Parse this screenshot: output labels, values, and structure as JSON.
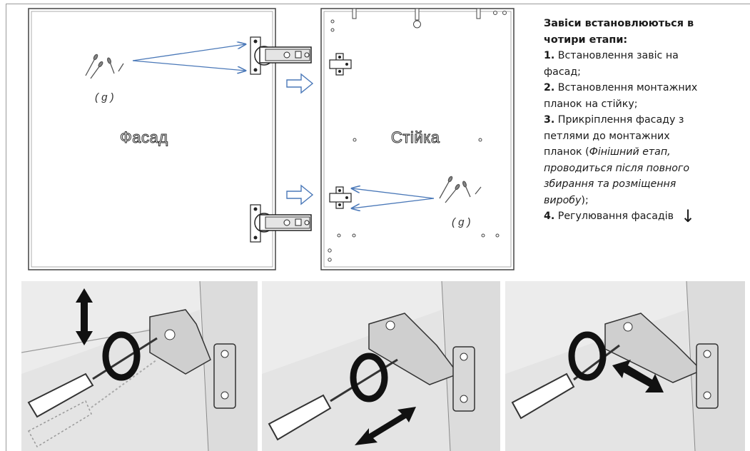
{
  "diagram": {
    "facade_label": "Фасад",
    "stile_label": "Стійка",
    "screws_label_1": "( g )",
    "screws_label_2": "( g )"
  },
  "instructions": {
    "title_line1": "Завіси встановлюються в",
    "title_line2": "чотири етапи:",
    "step1_num": "1.",
    "step1_text_a": " Встановлення завіс на",
    "step1_text_b": "фасад;",
    "step2_num": "2.",
    "step2_text_a": " Встановлення монтажних",
    "step2_text_b": "планок на стійку;",
    "step3_num": "3.",
    "step3_text_a": " Прикріплення фасаду з",
    "step3_text_b": "петлями до монтажних",
    "step3_text_c": "планок (",
    "step3_italic_a": "Фінішний етап,",
    "step3_italic_b": "проводиться після повного",
    "step3_italic_c": "збирання та розміщення",
    "step3_italic_d": "виробу",
    "step3_text_d": ");",
    "step4_num": "4.",
    "step4_text": " Регулювання фасадів",
    "down_arrow": "↓"
  },
  "colors": {
    "arrow_blue": "#4a78b8",
    "line_gray": "#555555",
    "wall_light": "#e8e8e8",
    "wall_mid": "#d4d4d4",
    "hinge_dark": "#2a2a2a"
  },
  "icons": {
    "hinge": "hinge-icon",
    "mounting_plate": "mounting-plate-icon",
    "screws": "screws-icon",
    "screwdriver": "screwdriver-icon",
    "rotate_arrow": "rotate-arrow-icon",
    "double_arrow": "double-arrow-icon",
    "outline_arrow": "outline-arrow-icon"
  }
}
